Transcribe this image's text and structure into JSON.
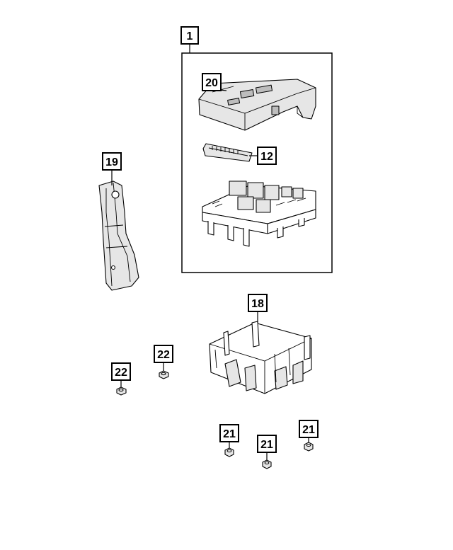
{
  "callouts": {
    "c1": "1",
    "c20": "20",
    "c12": "12",
    "c19": "19",
    "c18": "18",
    "c22a": "22",
    "c22b": "22",
    "c21a": "21",
    "c21b": "21",
    "c21c": "21"
  }
}
